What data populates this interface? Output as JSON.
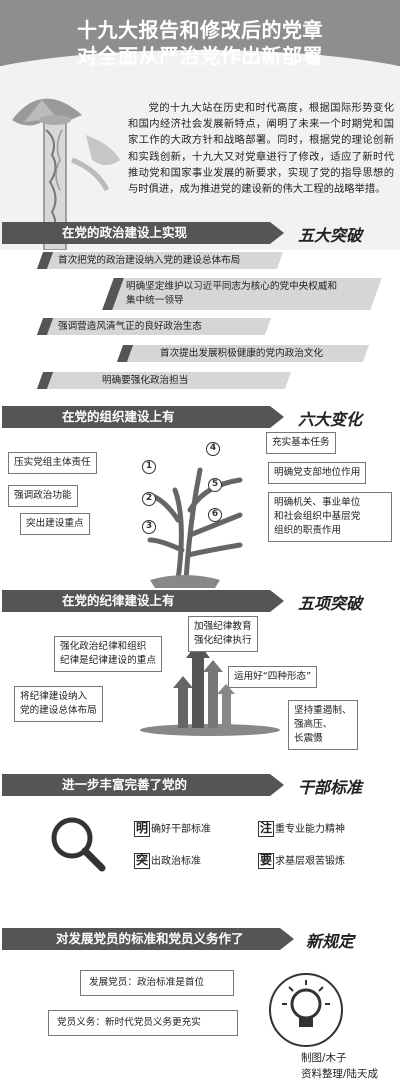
{
  "title": {
    "line1": "十九大报告和修改后的党章",
    "line2": "对全面从严治党作出新部署"
  },
  "intro": "党的十九大站在历史和时代高度，根据国际形势变化和国内经济社会发展新特点，阐明了未来一个时期党和国家工作的大政方针和战略部署。同时，根据党的理论创新和实践创新，十九大又对党章进行了修改，适应了新时代推动党和国家事业发展的新要求，实现了党的指导思想的与时俱进，成为推进党的建设新的伟大工程的战略举措。",
  "section1": {
    "heading": "在党的政治建设上实现",
    "tag": "五大突破",
    "items": [
      "首次把党的政治建设纳入党的建设总体布局",
      "明确坚定维护以习近平同志为核心的党中央权威和",
      "集中统一领导",
      "强调营造风清气正的良好政治生态",
      "首次提出发展积极健康的党内政治文化",
      "明确要强化政治担当"
    ]
  },
  "section2": {
    "heading": "在党的组织建设上有",
    "tag": "六大变化",
    "left": [
      "压实党组主体责任",
      "强调政治功能",
      "突出建设重点"
    ],
    "right": [
      "充实基本任务",
      "明确党支部地位作用",
      "明确机关、事业单位",
      "和社会组织中基层党",
      "组织的职责作用"
    ],
    "nums": [
      "1",
      "2",
      "3",
      "4",
      "5",
      "6"
    ]
  },
  "section3": {
    "heading": "在党的纪律建设上有",
    "tag": "五项突破",
    "items": {
      "a1": "强化政治纪律和组织",
      "a2": "纪律是纪律建设的重点",
      "b1": "加强纪律教育",
      "b2": "强化纪律执行",
      "c1": "运用好“四种形态”",
      "d1": "将纪律建设纳入",
      "d2": "党的建设总体布局",
      "e1": "坚持重遏制、",
      "e2": "强高压、",
      "e3": "长震慑"
    }
  },
  "section4": {
    "heading": "进一步丰富完善了党的",
    "tag": "干部标准",
    "items": [
      {
        "big": "明",
        "rest": "确好干部标准"
      },
      {
        "big": "注",
        "rest": "重专业能力精神"
      },
      {
        "big": "突",
        "rest": "出政治标准"
      },
      {
        "big": "要",
        "rest": "求基层艰苦锻炼"
      }
    ]
  },
  "section5": {
    "heading": "对发展党员的标准和党员义务作了",
    "tag": "新规定",
    "items": [
      "发展党员：政治标准是首位",
      "党员义务：新时代党员义务更充实"
    ]
  },
  "credits": {
    "line1": "制图/木子",
    "line2": "资料整理/陆天成"
  },
  "colors": {
    "dark": "#555555",
    "band": "#8e8e8e",
    "light": "#d6d6d6"
  }
}
